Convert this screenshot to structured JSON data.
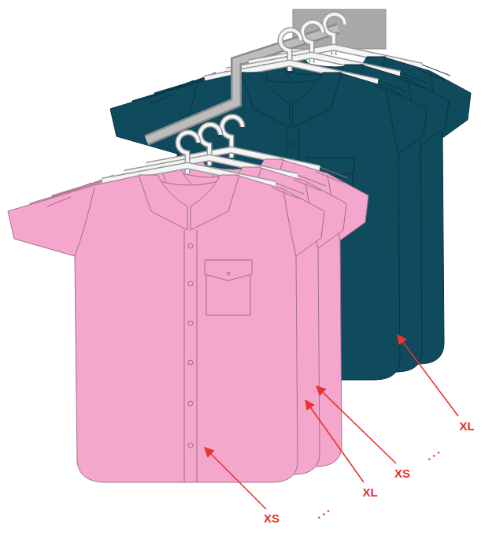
{
  "diagram": {
    "labels": [
      "XS",
      "...",
      "XL",
      "XS",
      "...",
      "XL"
    ]
  }
}
